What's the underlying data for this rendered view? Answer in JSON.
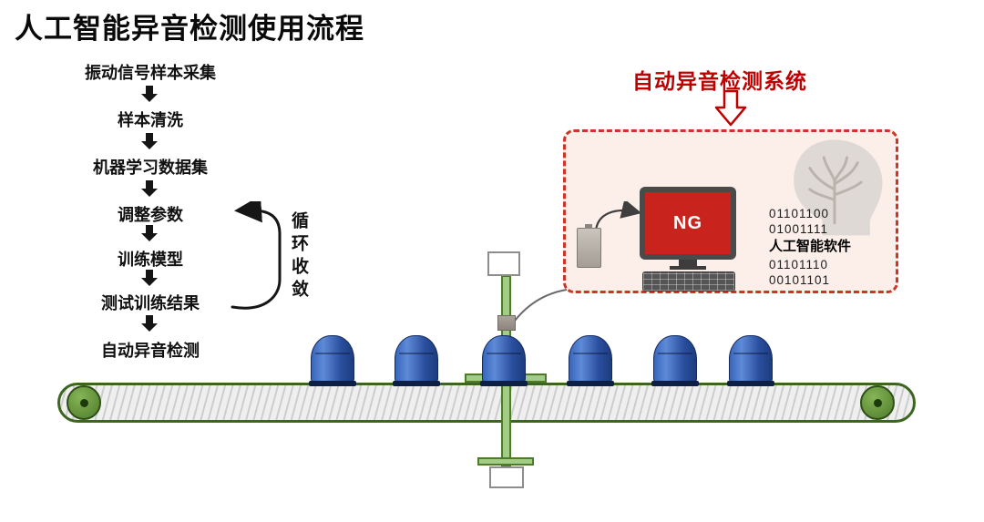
{
  "title": "人工智能异音检测使用流程",
  "flow": {
    "steps": [
      "振动信号样本采集",
      "样本清洗",
      "机器学习数据集",
      "调整参数",
      "训练模型",
      "测试训练结果",
      "自动异音检测"
    ],
    "loop_label": "循环收敛"
  },
  "system": {
    "title": "自动异音检测系统",
    "screen_status": "NG",
    "software_label": "人工智能软件",
    "code_top": [
      "01101100",
      "01001111"
    ],
    "code_bottom": [
      "01101110",
      "00101101"
    ]
  },
  "icons": {
    "flow-arrow-icon": "▼ solid black down arrow",
    "loop-arrow-icon": "curved loop-back arrow",
    "hollow-down-arrow-icon": "⇩ red outlined block arrow",
    "sensor-to-computer-arrow-icon": "curved arrow",
    "brain-image": "gray human head with branch-like brain"
  },
  "colors": {
    "accent_red": "#c00000",
    "panel_border_red": "#cd3529",
    "panel_background": "#fcefe9",
    "screen_red": "#c8231c",
    "belt_green": "#3c661f",
    "stand_green": "#a3cc84",
    "compressor_blue": "#2a4f9e"
  }
}
